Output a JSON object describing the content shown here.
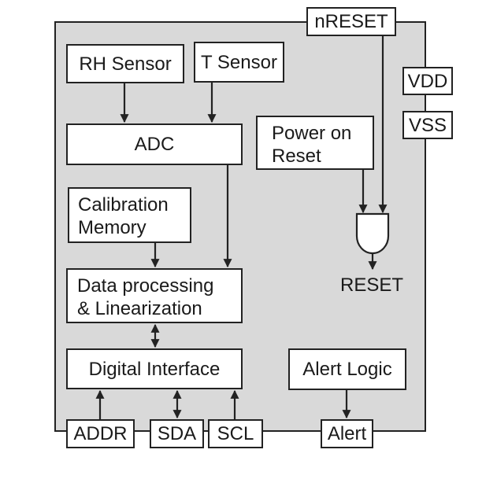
{
  "blocks": {
    "rh_sensor": "RH Sensor",
    "t_sensor": "T Sensor",
    "adc": "ADC",
    "calibration_memory": "Calibration\nMemory",
    "data_processing": "Data  processing\n& Linearization",
    "digital_interface": "Digital Interface",
    "power_on_reset": "Power on\nReset",
    "alert_logic": "Alert  Logic"
  },
  "pins": {
    "nreset": "nRESET",
    "vdd": "VDD",
    "vss": "VSS",
    "addr": "ADDR",
    "sda": "SDA",
    "scl": "SCL",
    "alert": "Alert"
  },
  "signals": {
    "reset": "RESET"
  },
  "colors": {
    "chip_fill": "#d9d9d9",
    "box_fill": "#ffffff",
    "line": "#222222"
  }
}
